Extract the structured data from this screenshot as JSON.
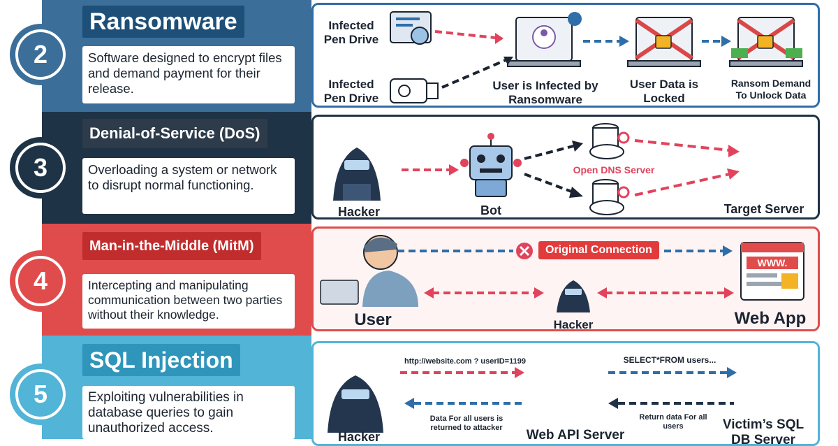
{
  "colors": {
    "ransomware": "#3b6f99",
    "dos": "#1f3346",
    "mitm": "#e04c4c",
    "sql": "#52b4d6",
    "red_arrow": "#e2435c",
    "dark_arrow": "#1b2430",
    "blue_arrow": "#2f6ea8"
  },
  "sections": [
    {
      "number": "2",
      "title": "Ransomware",
      "description": "Software designed to encrypt files and demand payment for their release.",
      "labels": {
        "pen_drive_1": "Infected Pen Drive",
        "pen_drive_2": "Infected Pen Drive",
        "user_infected": "User is Infected by Ransomware",
        "data_locked": "User Data is Locked",
        "ransom_demand": "Ransom Demand To Unlock Data"
      }
    },
    {
      "number": "3",
      "title": "Denial-of-Service (DoS)",
      "description": "Overloading a system or network to disrupt normal functioning.",
      "labels": {
        "hacker": "Hacker",
        "bot": "Bot",
        "dns": "Open DNS Server",
        "target": "Target Server"
      }
    },
    {
      "number": "4",
      "title": "Man-in-the-Middle (MitM)",
      "description": "Intercepting and manipulating communication between two parties without their knowledge.",
      "labels": {
        "original": "Original Connection",
        "user": "User",
        "hacker": "Hacker",
        "webapp": "Web App",
        "www": "WWW."
      }
    },
    {
      "number": "5",
      "title": "SQL Injection",
      "description": "Exploiting vulnerabilities in database queries to gain unauthorized access.",
      "labels": {
        "url": "http://website.com ? userID=1199",
        "select": "SELECT*FROM users...",
        "data_all": "Data For all users is returned to attacker",
        "return_data": "Return data For all users",
        "hacker": "Hacker",
        "webapi": "Web API Server",
        "victim": "Victim’s SQL DB Server"
      }
    }
  ]
}
